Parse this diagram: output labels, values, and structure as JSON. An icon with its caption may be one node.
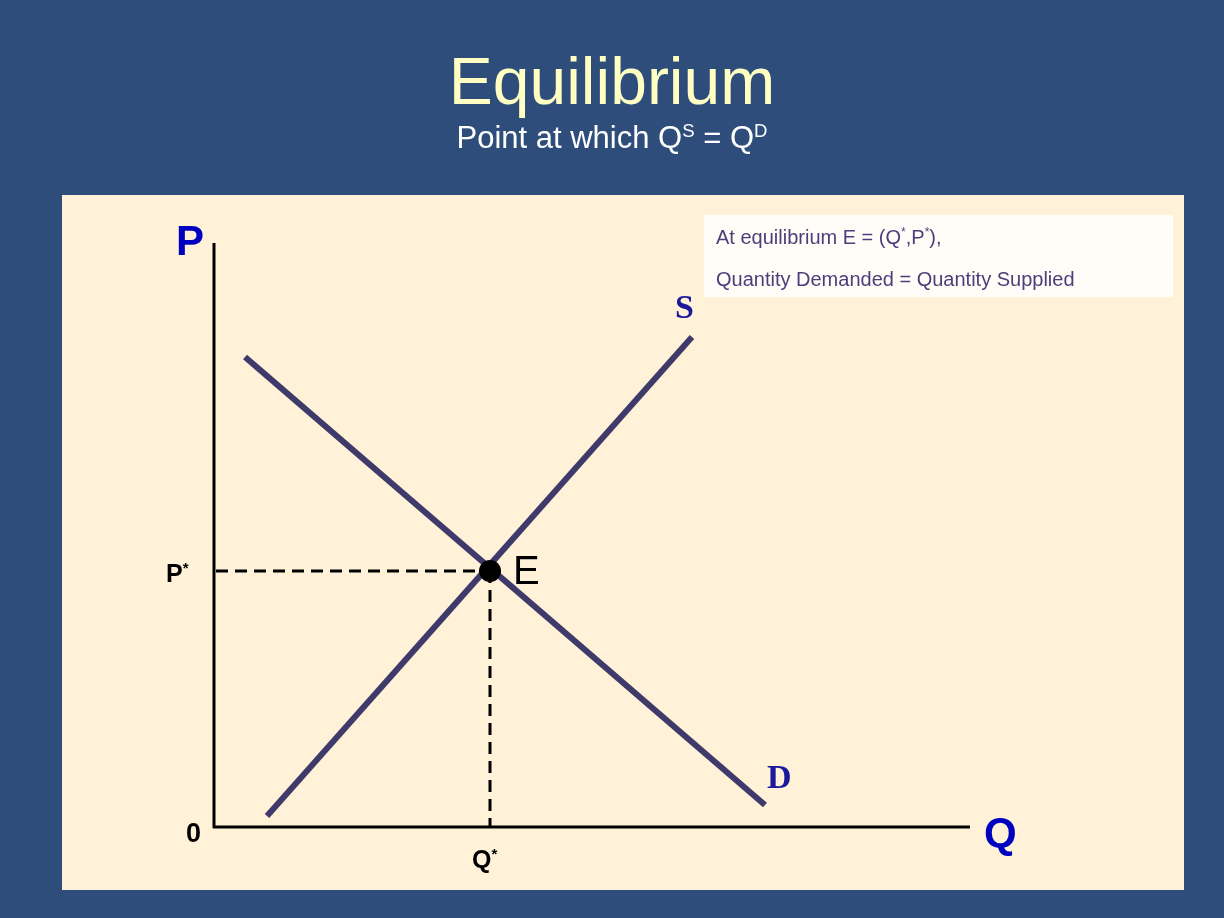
{
  "diagram": {
    "title": "Equilibrium",
    "nodes": [
      {
        "text": [
          "At equilibrium E = (Q$^{*}$,P$^{*}$),",
          "Quantity Demanded = Quantity Supplied"
        ]
      }
    ],
    "labels": [
      "Point at which Q$^{S}$ = Q$^{D}$",
      "P",
      "S",
      "P$^{*}$",
      "E",
      "D",
      "0",
      "Q$^{*}$",
      "Q"
    ]
  }
}
